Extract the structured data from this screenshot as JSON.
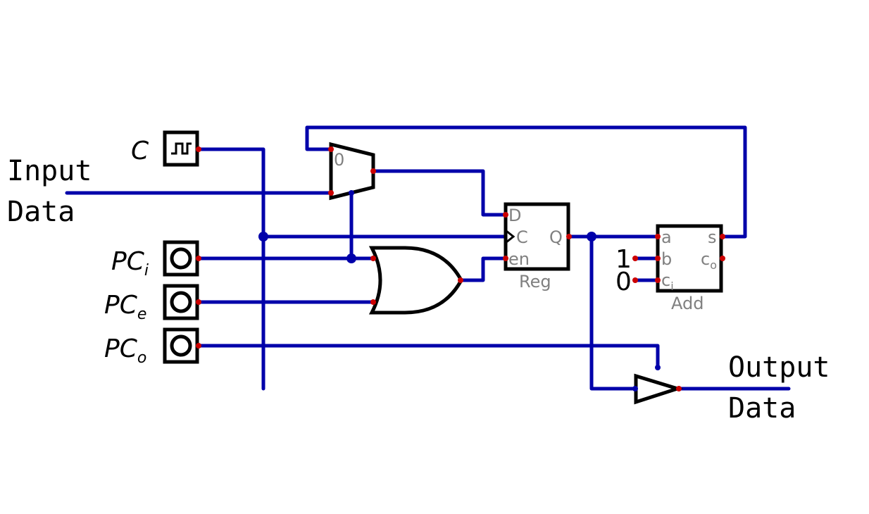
{
  "labels": {
    "input_line1": "Input",
    "input_line2": "Data",
    "output_line1": "Output",
    "output_line2": "Data",
    "clock": "C",
    "pc_base": "PC",
    "pc_i_sub": "i",
    "pc_e_sub": "e",
    "pc_o_sub": "o"
  },
  "mux": {
    "sel_label": "0"
  },
  "register": {
    "name": "Reg",
    "pin_d": "D",
    "pin_c": "C",
    "pin_en": "en",
    "pin_q": "Q"
  },
  "adder": {
    "name": "Add",
    "pin_a": "a",
    "pin_b": "b",
    "pin_ci": "c",
    "pin_ci_sub": "i",
    "pin_s": "s",
    "pin_co": "c",
    "pin_co_sub": "o"
  },
  "constants": {
    "b_value": "1",
    "ci_value": "0"
  },
  "colors": {
    "wire": "#0000aa",
    "pin": "#cc0000",
    "component": "#000000",
    "pin_label": "#808080"
  }
}
